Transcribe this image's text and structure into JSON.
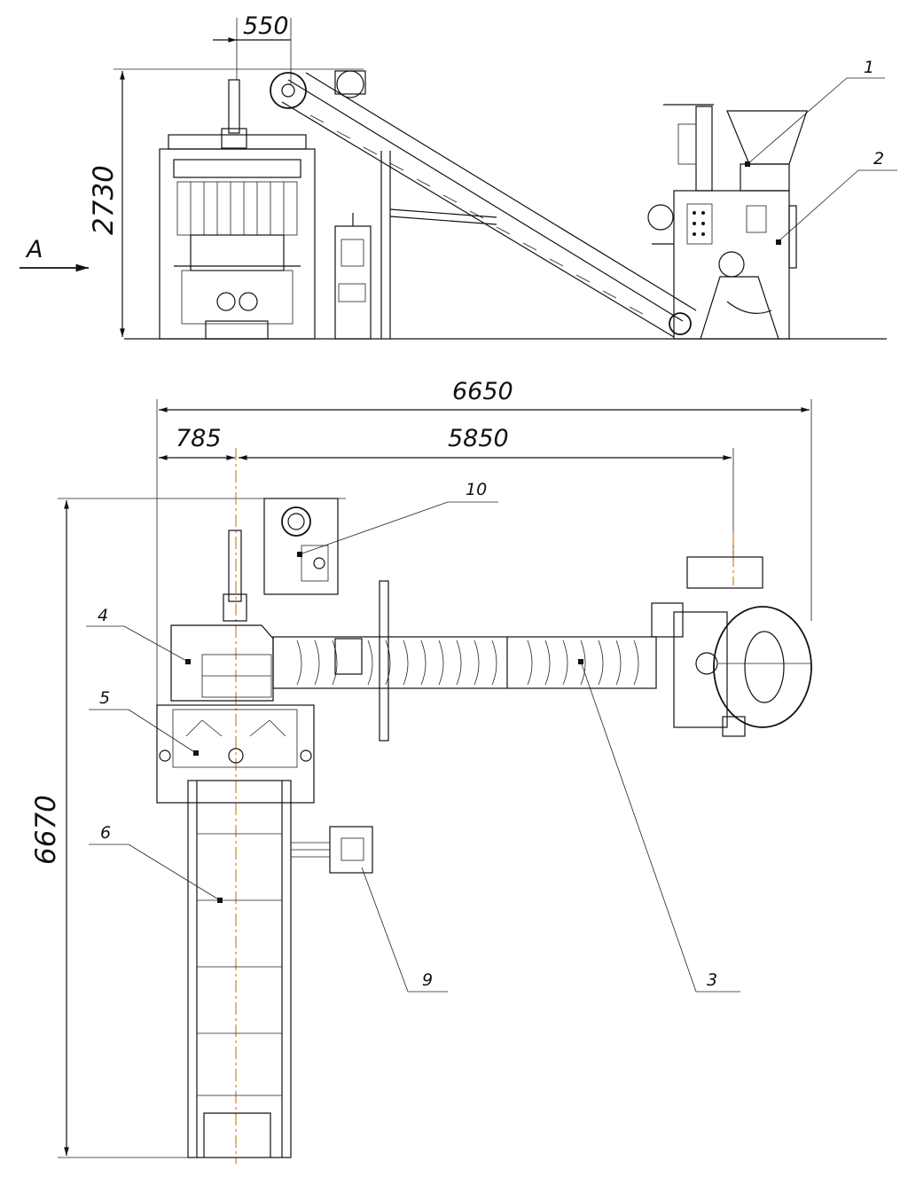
{
  "view_marker": {
    "letter": "A"
  },
  "dimensions": {
    "height_side": "2730",
    "offset_top": "550",
    "overall_width": "6650",
    "left_offset": "785",
    "axis_span": "5850",
    "overall_depth": "6670"
  },
  "callouts": [
    "1",
    "2",
    "3",
    "4",
    "5",
    "6",
    "9",
    "10"
  ],
  "colors": {
    "line": "#111111",
    "axis": "#e07000",
    "background": "#ffffff"
  }
}
